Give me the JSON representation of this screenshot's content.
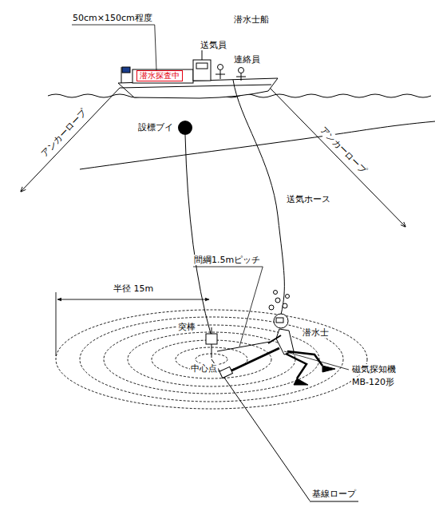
{
  "diagram": {
    "nodes": [
      {
        "text": [
          "潜水探査中"
        ]
      }
    ],
    "labels": [
      "50cm×150cm程度",
      "潜水士船",
      "送気員",
      "連絡員",
      "設標ブイ",
      "アンカーロープ",
      "アンカーロープ",
      "送気ホース",
      "間綱1.5mピッチ",
      "半径 15m",
      "突棒",
      "中心点",
      "潜水士",
      "磁気探知機",
      "MB-120形",
      "基線ロープ"
    ]
  }
}
